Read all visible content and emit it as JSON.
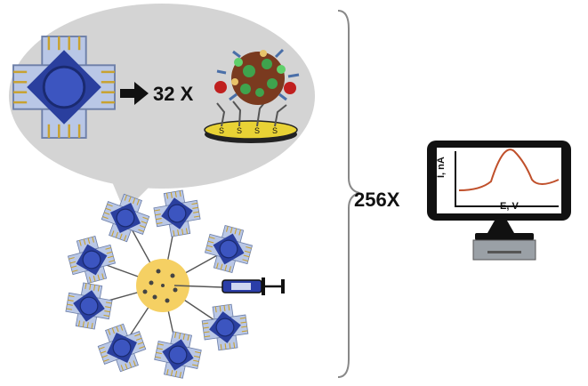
{
  "labels": {
    "multiplier": "32 X",
    "channels": "256X",
    "y_axis": "I, nA",
    "x_axis": "E, V"
  },
  "colors": {
    "bubble": "#d4d4d4",
    "sensor_body": "#1f3a93",
    "sensor_pad": "#b9c7e6",
    "gold": "#c8a230",
    "hub": "#f5d063",
    "curve": "#c0502b",
    "monitor": "#111111",
    "stand": "#9aa0a6"
  },
  "icons": [
    "sensor-chip-icon",
    "arrow-right-icon",
    "nanoparticle-icon",
    "electrode-icon",
    "syringe-icon",
    "monitor-icon",
    "curly-brace-icon"
  ]
}
